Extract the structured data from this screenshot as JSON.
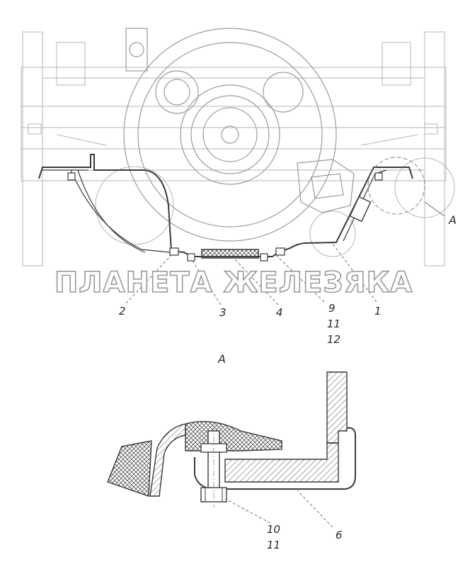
{
  "watermark": "ПЛАНЕТА ЖЕЛЕЗЯКА",
  "view_label_main": "A",
  "view_label_detail": "A",
  "callouts_main": {
    "c2": "2",
    "c3": "3",
    "c4": "4",
    "c9": "9",
    "c11a": "11",
    "c12": "12",
    "c1": "1"
  },
  "callouts_detail": {
    "c10": "10",
    "c11b": "11",
    "c6": "6"
  }
}
